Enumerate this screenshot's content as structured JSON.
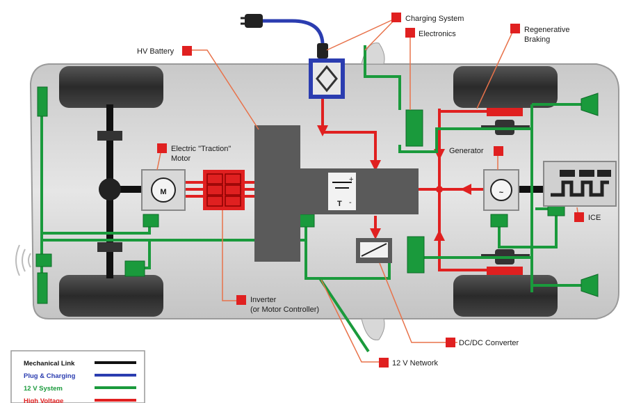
{
  "labels": {
    "charging_system": "Charging System",
    "electronics": "Electronics",
    "regenerative_1": "Regenerative",
    "regenerative_2": "Braking",
    "hv_battery": "HV Battery",
    "traction_motor_1": "Electric \"Traction\"",
    "traction_motor_2": "Motor",
    "generator": "Generator",
    "ice": "ICE",
    "inverter_1": "Inverter",
    "inverter_2": "(or Motor Controller)",
    "dcdc": "DC/DC Converter",
    "network_12v": "12 V Network"
  },
  "symbols": {
    "motor": "M",
    "generator": "~",
    "battery_plus": "+",
    "battery_t": "T",
    "battery_minus": "-"
  },
  "legend": [
    {
      "label": "Mechanical Link",
      "color": "#111111"
    },
    {
      "label": "Plug & Charging",
      "color": "#2b3db0"
    },
    {
      "label": "12 V System",
      "color": "#1a9a3c"
    },
    {
      "label": "High Voltage",
      "color": "#e02020"
    }
  ],
  "colors": {
    "mechanical": "#111111",
    "plug": "#2b3db0",
    "system_12v": "#1a9a3c",
    "high_voltage": "#e02020",
    "marker": "#e02020"
  }
}
